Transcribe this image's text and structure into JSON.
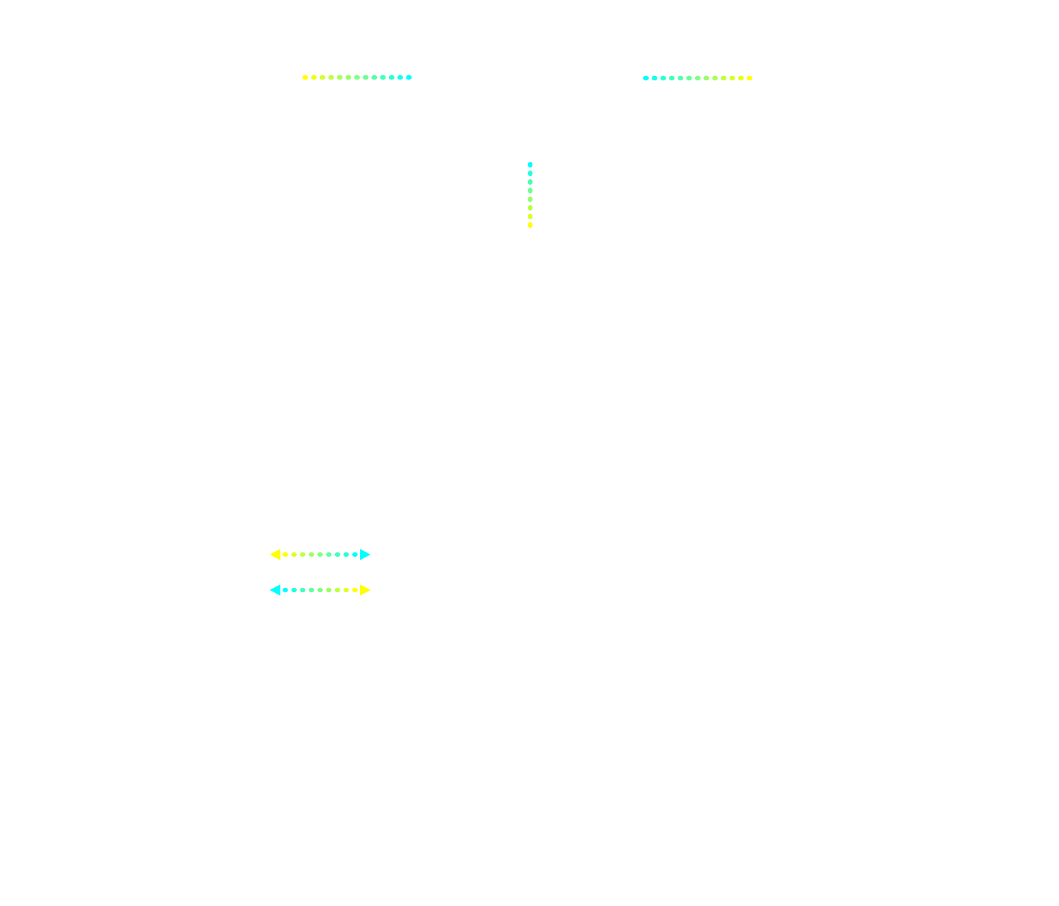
{
  "diagram": {
    "background": "#ffffff",
    "palette": {
      "yellow": "#ffff00",
      "green": "#7dff7d",
      "cyan": "#00ffff"
    },
    "connectors": [
      {
        "name": "connector-top-left",
        "style": "dotted",
        "start_color": "#ffff00",
        "end_color": "#00ffff",
        "arrowheads": "none"
      },
      {
        "name": "connector-top-right",
        "style": "dotted",
        "start_color": "#00ffff",
        "end_color": "#ffff00",
        "arrowheads": "none"
      },
      {
        "name": "connector-center-vertical",
        "style": "dotted",
        "start_color": "#00ffff",
        "end_color": "#ffff00",
        "arrowheads": "none"
      },
      {
        "name": "legend-arrow-yellow-to-cyan",
        "style": "dotted",
        "start_color": "#ffff00",
        "end_color": "#00ffff",
        "arrowheads": "both"
      },
      {
        "name": "legend-arrow-cyan-to-yellow",
        "style": "dotted",
        "start_color": "#00ffff",
        "end_color": "#ffff00",
        "arrowheads": "both"
      }
    ]
  }
}
